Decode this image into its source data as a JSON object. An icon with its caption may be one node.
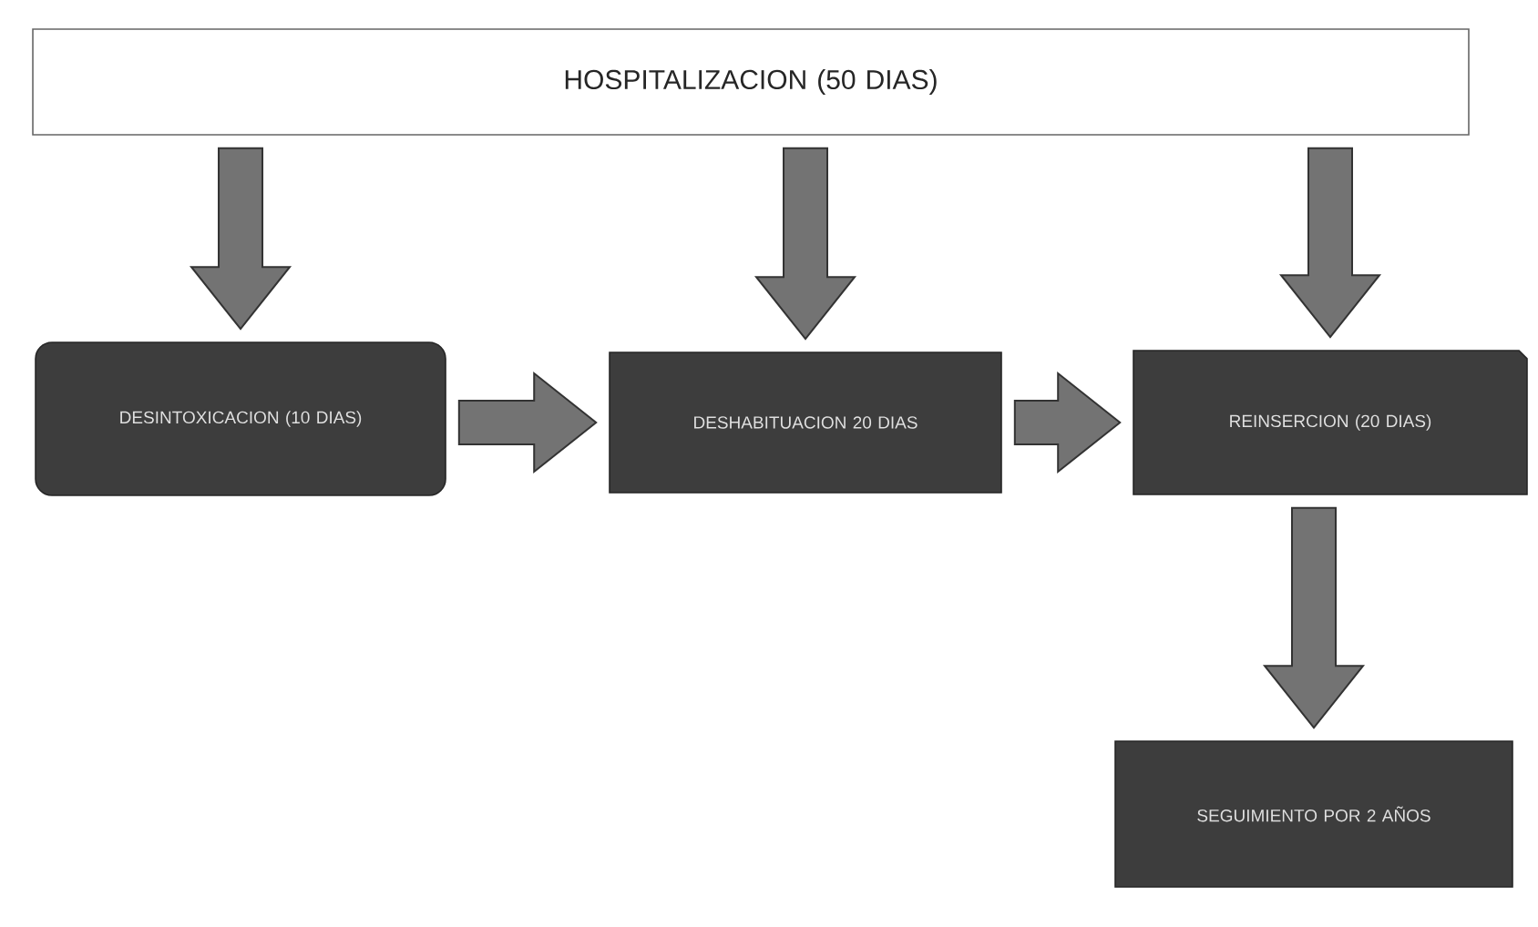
{
  "diagram": {
    "nodes": [
      {
        "text": [
          "HOSPITALIZACION (50 DIAS)"
        ]
      },
      {
        "text": [
          "DESINTOXICACION (10 DIAS)"
        ]
      },
      {
        "text": [
          "DESHABITUACION 20 DIAS"
        ]
      },
      {
        "text": [
          "REINSERCION (20 DIAS)"
        ]
      },
      {
        "text": [
          "SEGUIMIENTO POR 2 AÑOS"
        ]
      }
    ],
    "edges": [
      {
        "from": 0,
        "to": 1,
        "arrow": "to"
      },
      {
        "from": 0,
        "to": 2,
        "arrow": "to"
      },
      {
        "from": 0,
        "to": 3,
        "arrow": "to"
      },
      {
        "from": 1,
        "to": 2,
        "arrow": "to"
      },
      {
        "from": 2,
        "to": 3,
        "arrow": "to"
      },
      {
        "from": 3,
        "to": 4,
        "arrow": "to"
      }
    ]
  }
}
